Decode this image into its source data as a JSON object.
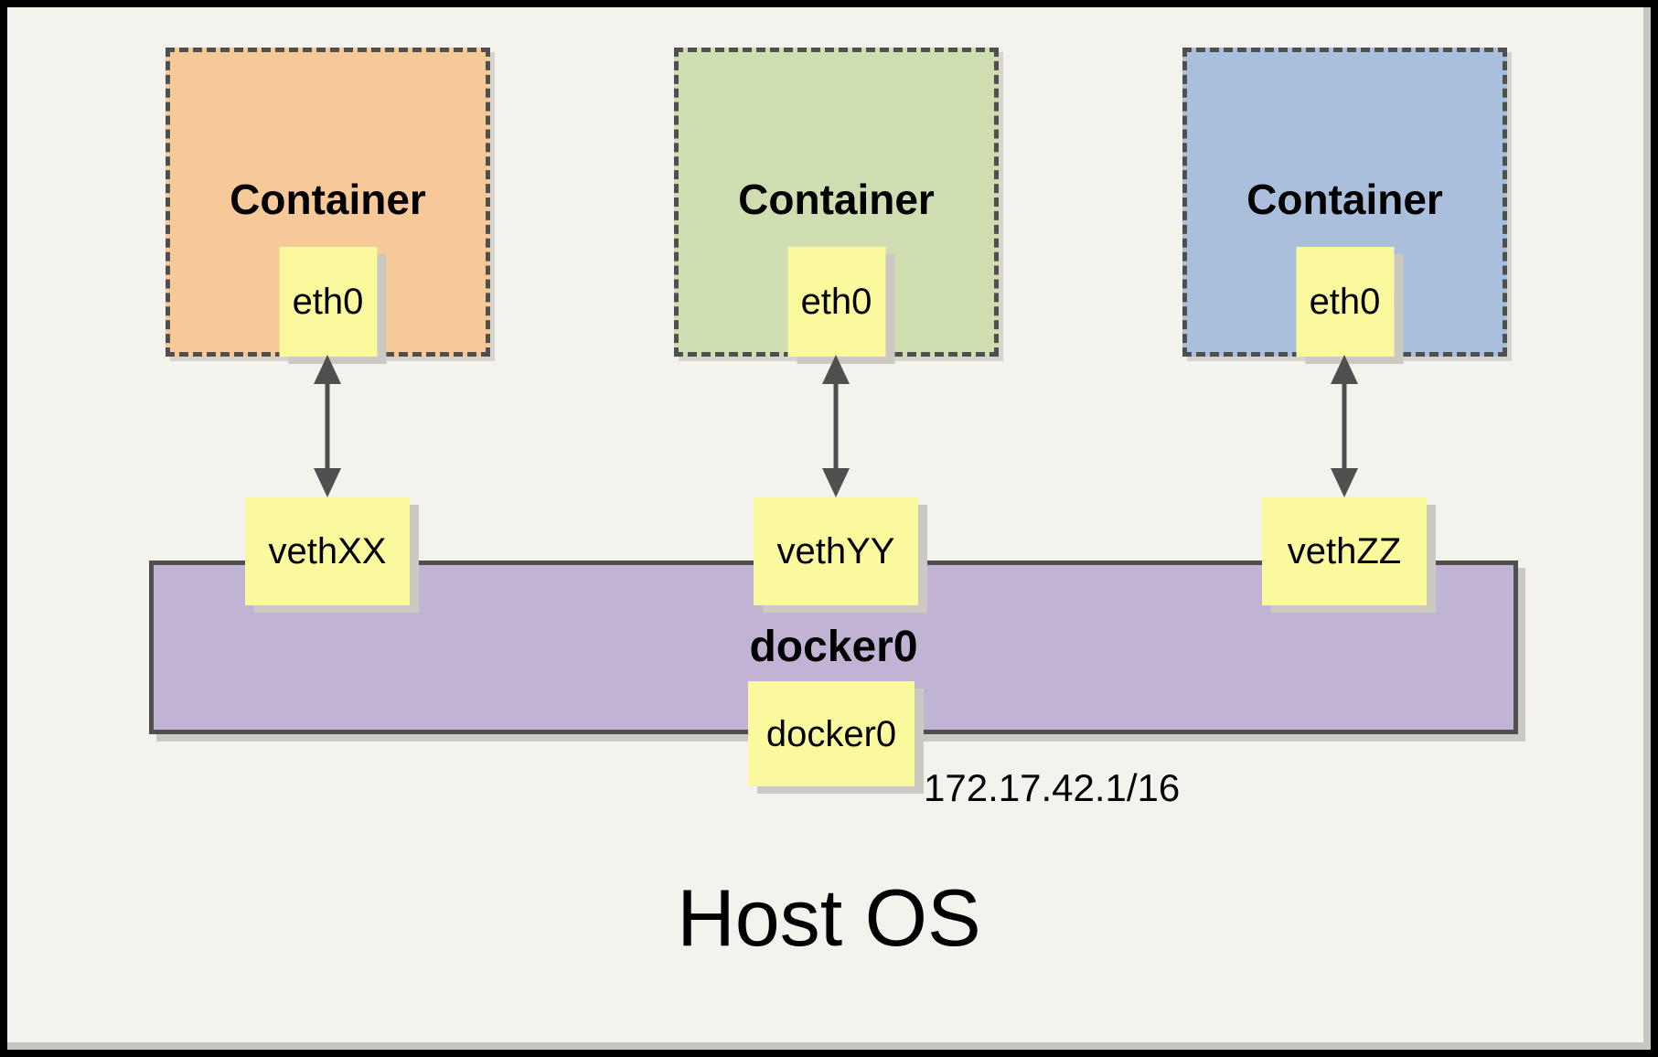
{
  "host": {
    "label": "Host OS"
  },
  "bridge": {
    "name_label": "docker0",
    "interface_label": "docker0",
    "ip": "172.17.42.1/16",
    "color": "#c1b3d4"
  },
  "containers": [
    {
      "label": "Container",
      "eth_label": "eth0",
      "veth_label": "vethXX",
      "color": "#f8c998"
    },
    {
      "label": "Container",
      "eth_label": "eth0",
      "veth_label": "vethYY",
      "color": "#cfdeb0"
    },
    {
      "label": "Container",
      "eth_label": "eth0",
      "veth_label": "vethZZ",
      "color": "#a9bfdc"
    }
  ],
  "colors": {
    "background": "#f4f2ec",
    "box_yellow": "#fbf99e",
    "line_dark": "#4f4f4f",
    "frame_black": "#000000"
  }
}
